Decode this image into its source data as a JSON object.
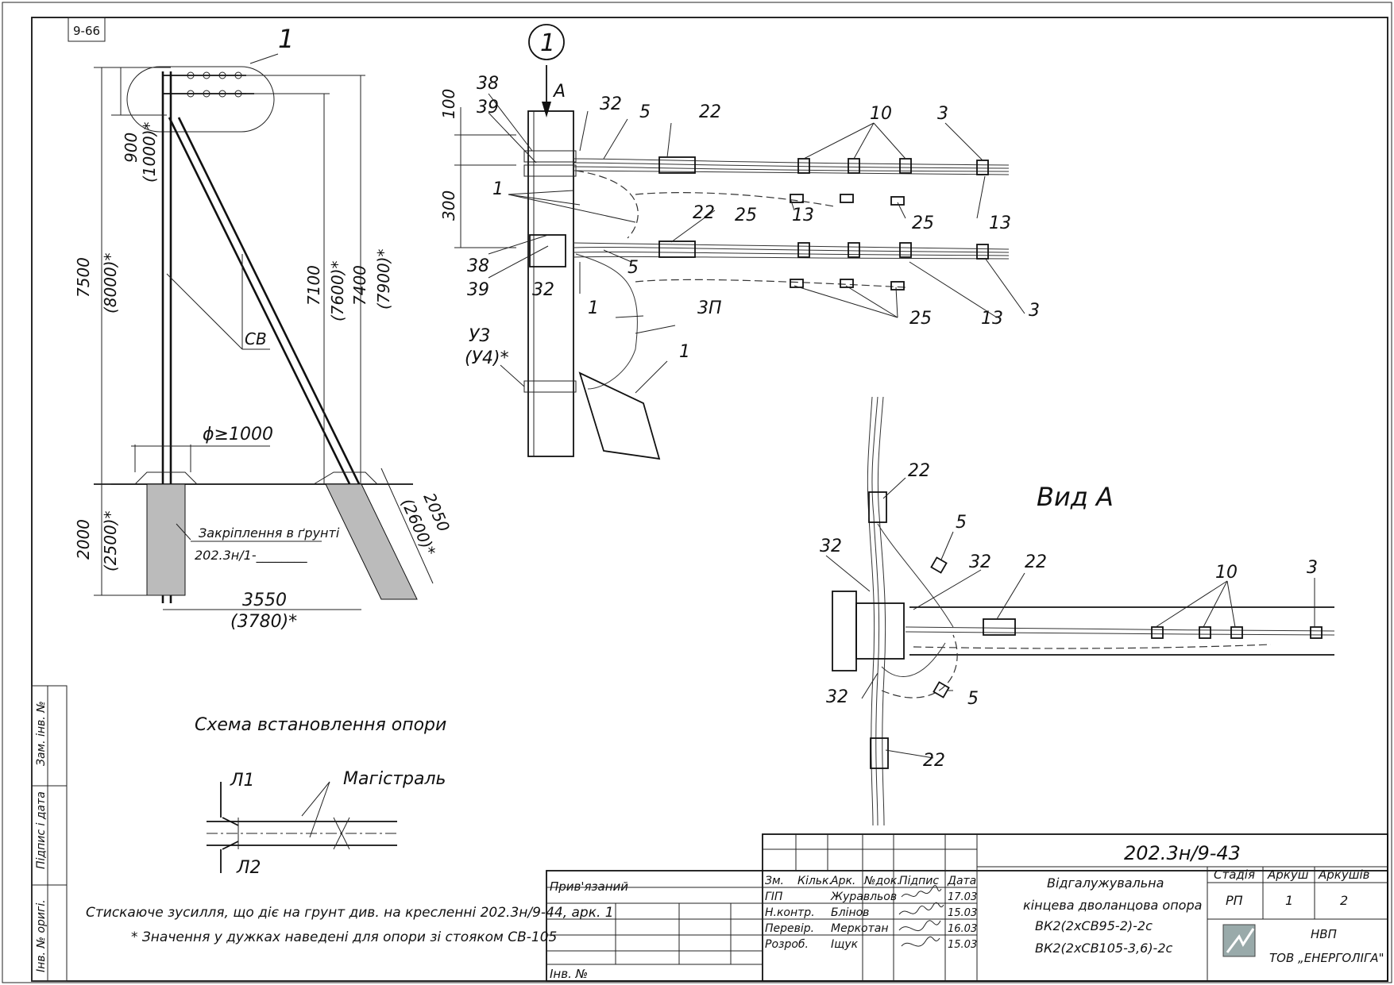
{
  "sheet_code": "9-66",
  "callout_1": "1",
  "pole_view": {
    "dims": {
      "d900": "900",
      "d1000": "(1000)*",
      "d7500": "7500",
      "d8000": "(8000)*",
      "d7100": "7100",
      "d7600": "(7600)*",
      "d7400": "7400",
      "d7900": "(7900)*",
      "d2000": "2000",
      "d2500": "(2500)*",
      "d3550": "3550",
      "d3780": "(3780)*",
      "d2050": "2050",
      "d2600": "(2600)*",
      "phi": "ϕ≥1000"
    },
    "cb_label": "СВ",
    "fixing_label": "Закріплення в ґрунті",
    "fixing_ref": "202.3н/1-________"
  },
  "detail_1": {
    "circle_label": "1",
    "arrow_label": "А",
    "dims": {
      "d100": "100",
      "d300": "300"
    },
    "labels": {
      "l38a": "38",
      "l39a": "39",
      "l32a": "32",
      "l5a": "5",
      "l22a": "22",
      "l10": "10",
      "l3a": "3",
      "l1a": "1",
      "l22b": "22",
      "l25a": "25",
      "l13a": "13",
      "l25b": "25",
      "l13b": "13",
      "l38b": "38",
      "l39b": "39",
      "l32b": "32",
      "l5b": "5",
      "l1b": "1",
      "l3p": "3П",
      "l25c": "25",
      "l13c": "13",
      "l3b": "3",
      "lu3": "У3",
      "lu4": "(У4)*",
      "l1c": "1"
    }
  },
  "view_a": {
    "title": "Вид А",
    "labels": {
      "l22a": "22",
      "l5a": "5",
      "l32a": "32",
      "l32b": "32",
      "l22b": "22",
      "l10": "10",
      "l3": "3",
      "l32c": "32",
      "l5b": "5",
      "l22c": "22"
    }
  },
  "scheme": {
    "title": "Схема встановлення опори",
    "l1": "Л1",
    "l2": "Л2",
    "main": "Магістраль"
  },
  "notes": {
    "n1": "Стискаюче зусилля, що діє на грунт див. на кресленні 202.3н/9-44, арк. 1",
    "n2": "* Значення у дужках наведені для опори зі стояком СВ-105"
  },
  "side_stamp": {
    "zam": "Зам. інв. №",
    "pidpys": "Підпис і дата",
    "inv": "Інв. № оригі."
  },
  "title_block": {
    "pryvyazanyi": "Прив'язаний",
    "inv_no": "Інв. №",
    "headers": [
      "Зм.",
      "Кільк.",
      "Арк.",
      "№док.",
      "Підпис",
      "Дата"
    ],
    "rows": [
      {
        "role": "ГІП",
        "name": "Журавльов",
        "date": "17.03"
      },
      {
        "role": "Н.контр.",
        "name": "Блінов",
        "date": "15.03"
      },
      {
        "role": "Перевір.",
        "name": "Меркотан",
        "date": "16.03"
      },
      {
        "role": "Розроб.",
        "name": "Іщук",
        "date": "15.03"
      }
    ],
    "doc_code": "202.3н/9-43",
    "doc_title_1": "Відгалужувальна",
    "doc_title_2": "кінцева дволанцова опора",
    "doc_title_3": "ВК2(2хСВ95-2)-2с",
    "doc_title_4": "ВК2(2хСВ105-3,6)-2с",
    "stage_h": "Стадія",
    "sheet_h": "Аркуш",
    "sheets_h": "Аркушів",
    "stage": "РП",
    "sheet": "1",
    "sheets": "2",
    "org_1": "НВП",
    "org_2": "ТОВ „ЕНЕРГОЛІГА\""
  }
}
